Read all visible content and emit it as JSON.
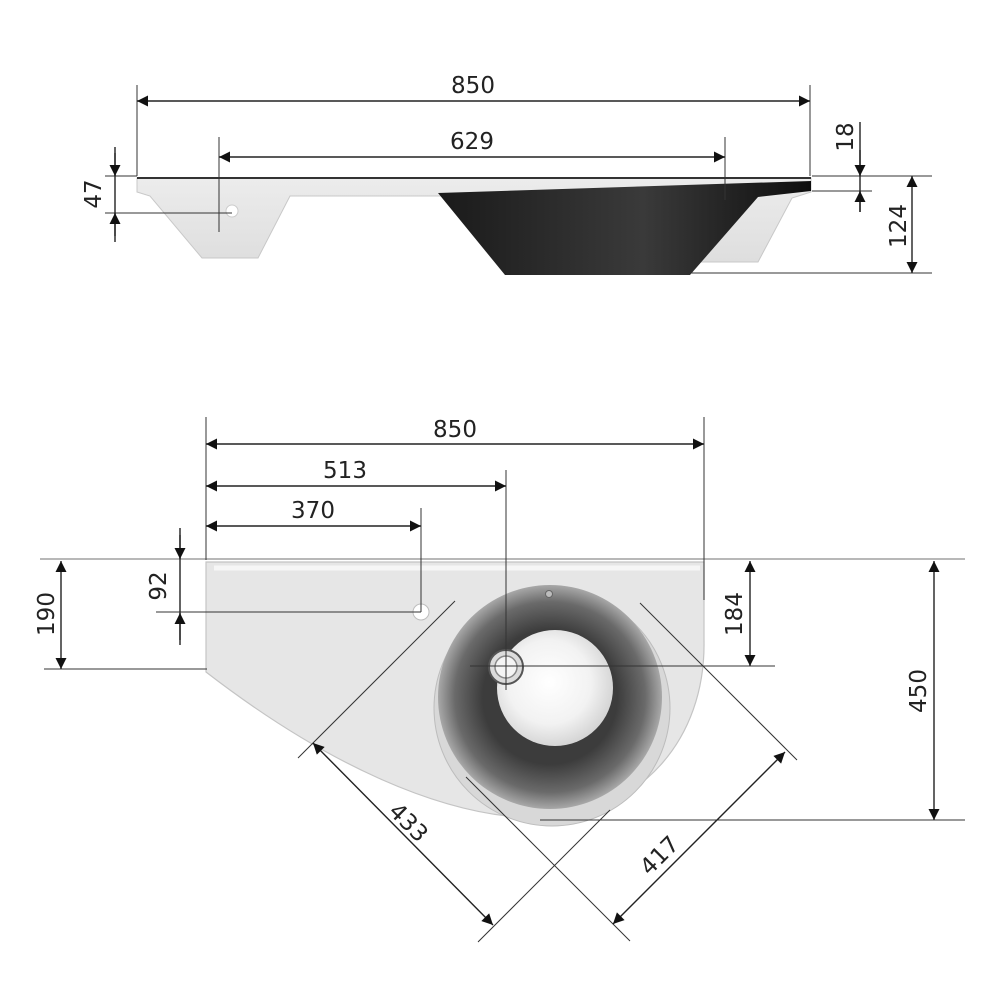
{
  "side_view": {
    "overall_width": "850",
    "bowl_width": "629",
    "slab_height": "47",
    "rim_thickness": "18",
    "total_height": "124"
  },
  "top_view": {
    "overall_width": "850",
    "drain_offset": "513",
    "tap_hole_offset": "370",
    "tap_hole_depth": "92",
    "left_depth": "190",
    "drain_depth": "184",
    "total_depth": "450",
    "bowl_diagonal_a": "433",
    "bowl_diagonal_b": "417"
  }
}
